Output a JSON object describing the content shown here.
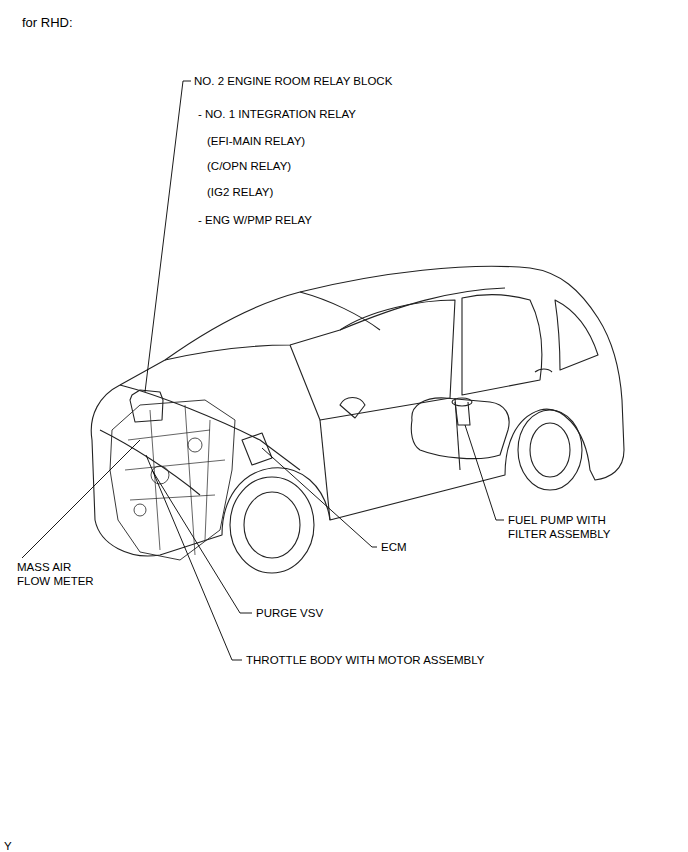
{
  "diagram": {
    "title": "for RHD:",
    "labels": [
      "NO. 2 ENGINE ROOM RELAY BLOCK",
      "- NO. 1 INTEGRATION RELAY",
      "(EFI-MAIN RELAY)",
      "(C/OPN RELAY)",
      "(IG2 RELAY)",
      "- ENG W/PMP RELAY",
      "FUEL PUMP WITH FILTER ASSEMBLY",
      "ECM",
      "MASS AIR FLOW METER",
      "PURGE VSV",
      "THROTTLE BODY WITH MOTOR ASSEMBLY",
      "Y"
    ]
  }
}
